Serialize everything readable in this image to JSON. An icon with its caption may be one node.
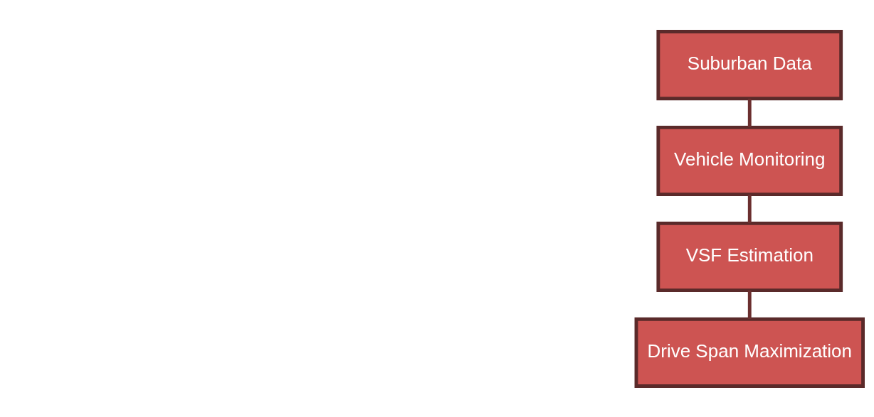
{
  "diagram": {
    "nodes": [
      {
        "text": [
          "Suburban Data"
        ]
      },
      {
        "text": [
          "Vehicle Monitoring"
        ]
      },
      {
        "text": [
          "VSF Estimation"
        ]
      },
      {
        "text": [
          "Drive Span Maximization"
        ]
      }
    ],
    "edges": [
      {
        "from": 0,
        "to": 1,
        "arrow": "none"
      },
      {
        "from": 1,
        "to": 2,
        "arrow": "none"
      },
      {
        "from": 2,
        "to": 3,
        "arrow": "none"
      }
    ]
  }
}
